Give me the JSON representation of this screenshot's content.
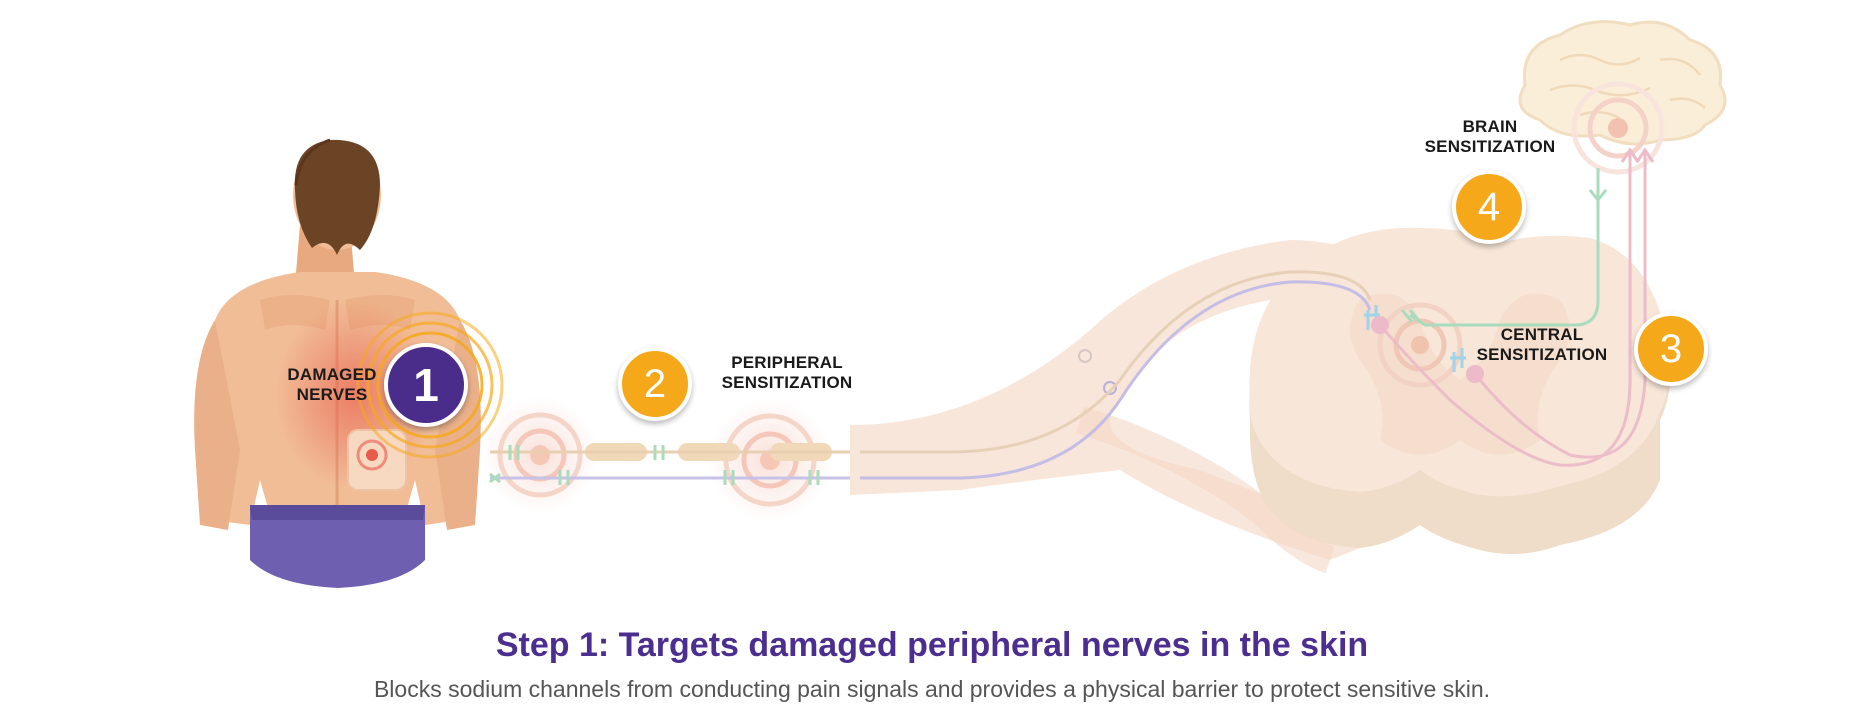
{
  "labels": {
    "damaged_nerves": [
      "DAMAGED",
      "NERVES"
    ],
    "peripheral_sensitization": [
      "PERIPHERAL",
      "SENSITIZATION"
    ],
    "brain_sensitization": [
      "BRAIN",
      "SENSITIZATION"
    ],
    "central_sensitization": [
      "CENTRAL",
      "SENSITIZATION"
    ]
  },
  "badges": {
    "step1": "1",
    "step2": "2",
    "step3": "3",
    "step4": "4"
  },
  "caption": {
    "title": "Step 1: Targets damaged peripheral nerves in the skin",
    "description": "Blocks sodium channels from conducting pain signals and provides a physical barrier to protect sensitive skin."
  },
  "colors": {
    "badge_gold": "#f5a91a",
    "badge_purple": "#4a2d8a",
    "title_purple": "#4b2e8f",
    "nerve_tissue": "#f7e1d2",
    "purple_pathway": "#b9b2e0",
    "green_pathway": "#9fd8b5",
    "pink_pathway": "#eab7c4"
  },
  "icons": [
    "person-back-figure",
    "brain-icon",
    "spinal-cord-section",
    "pulse-rings"
  ]
}
